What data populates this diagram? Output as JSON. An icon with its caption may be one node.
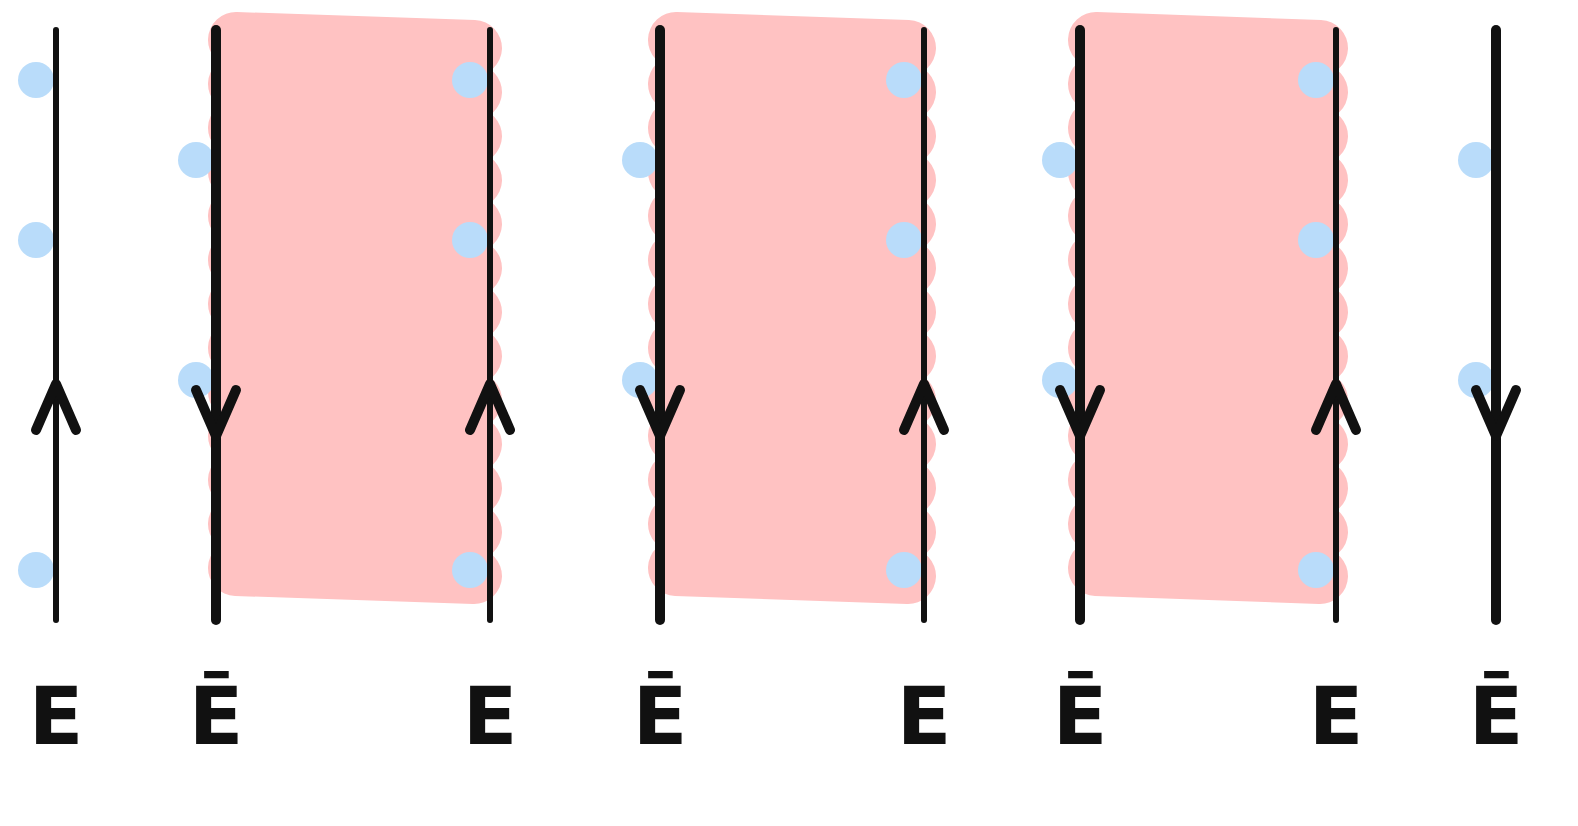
{
  "diagram": {
    "labels": [
      "E",
      "Ē",
      "E",
      "Ē",
      "E",
      "Ē",
      "E",
      "Ē"
    ]
  }
}
